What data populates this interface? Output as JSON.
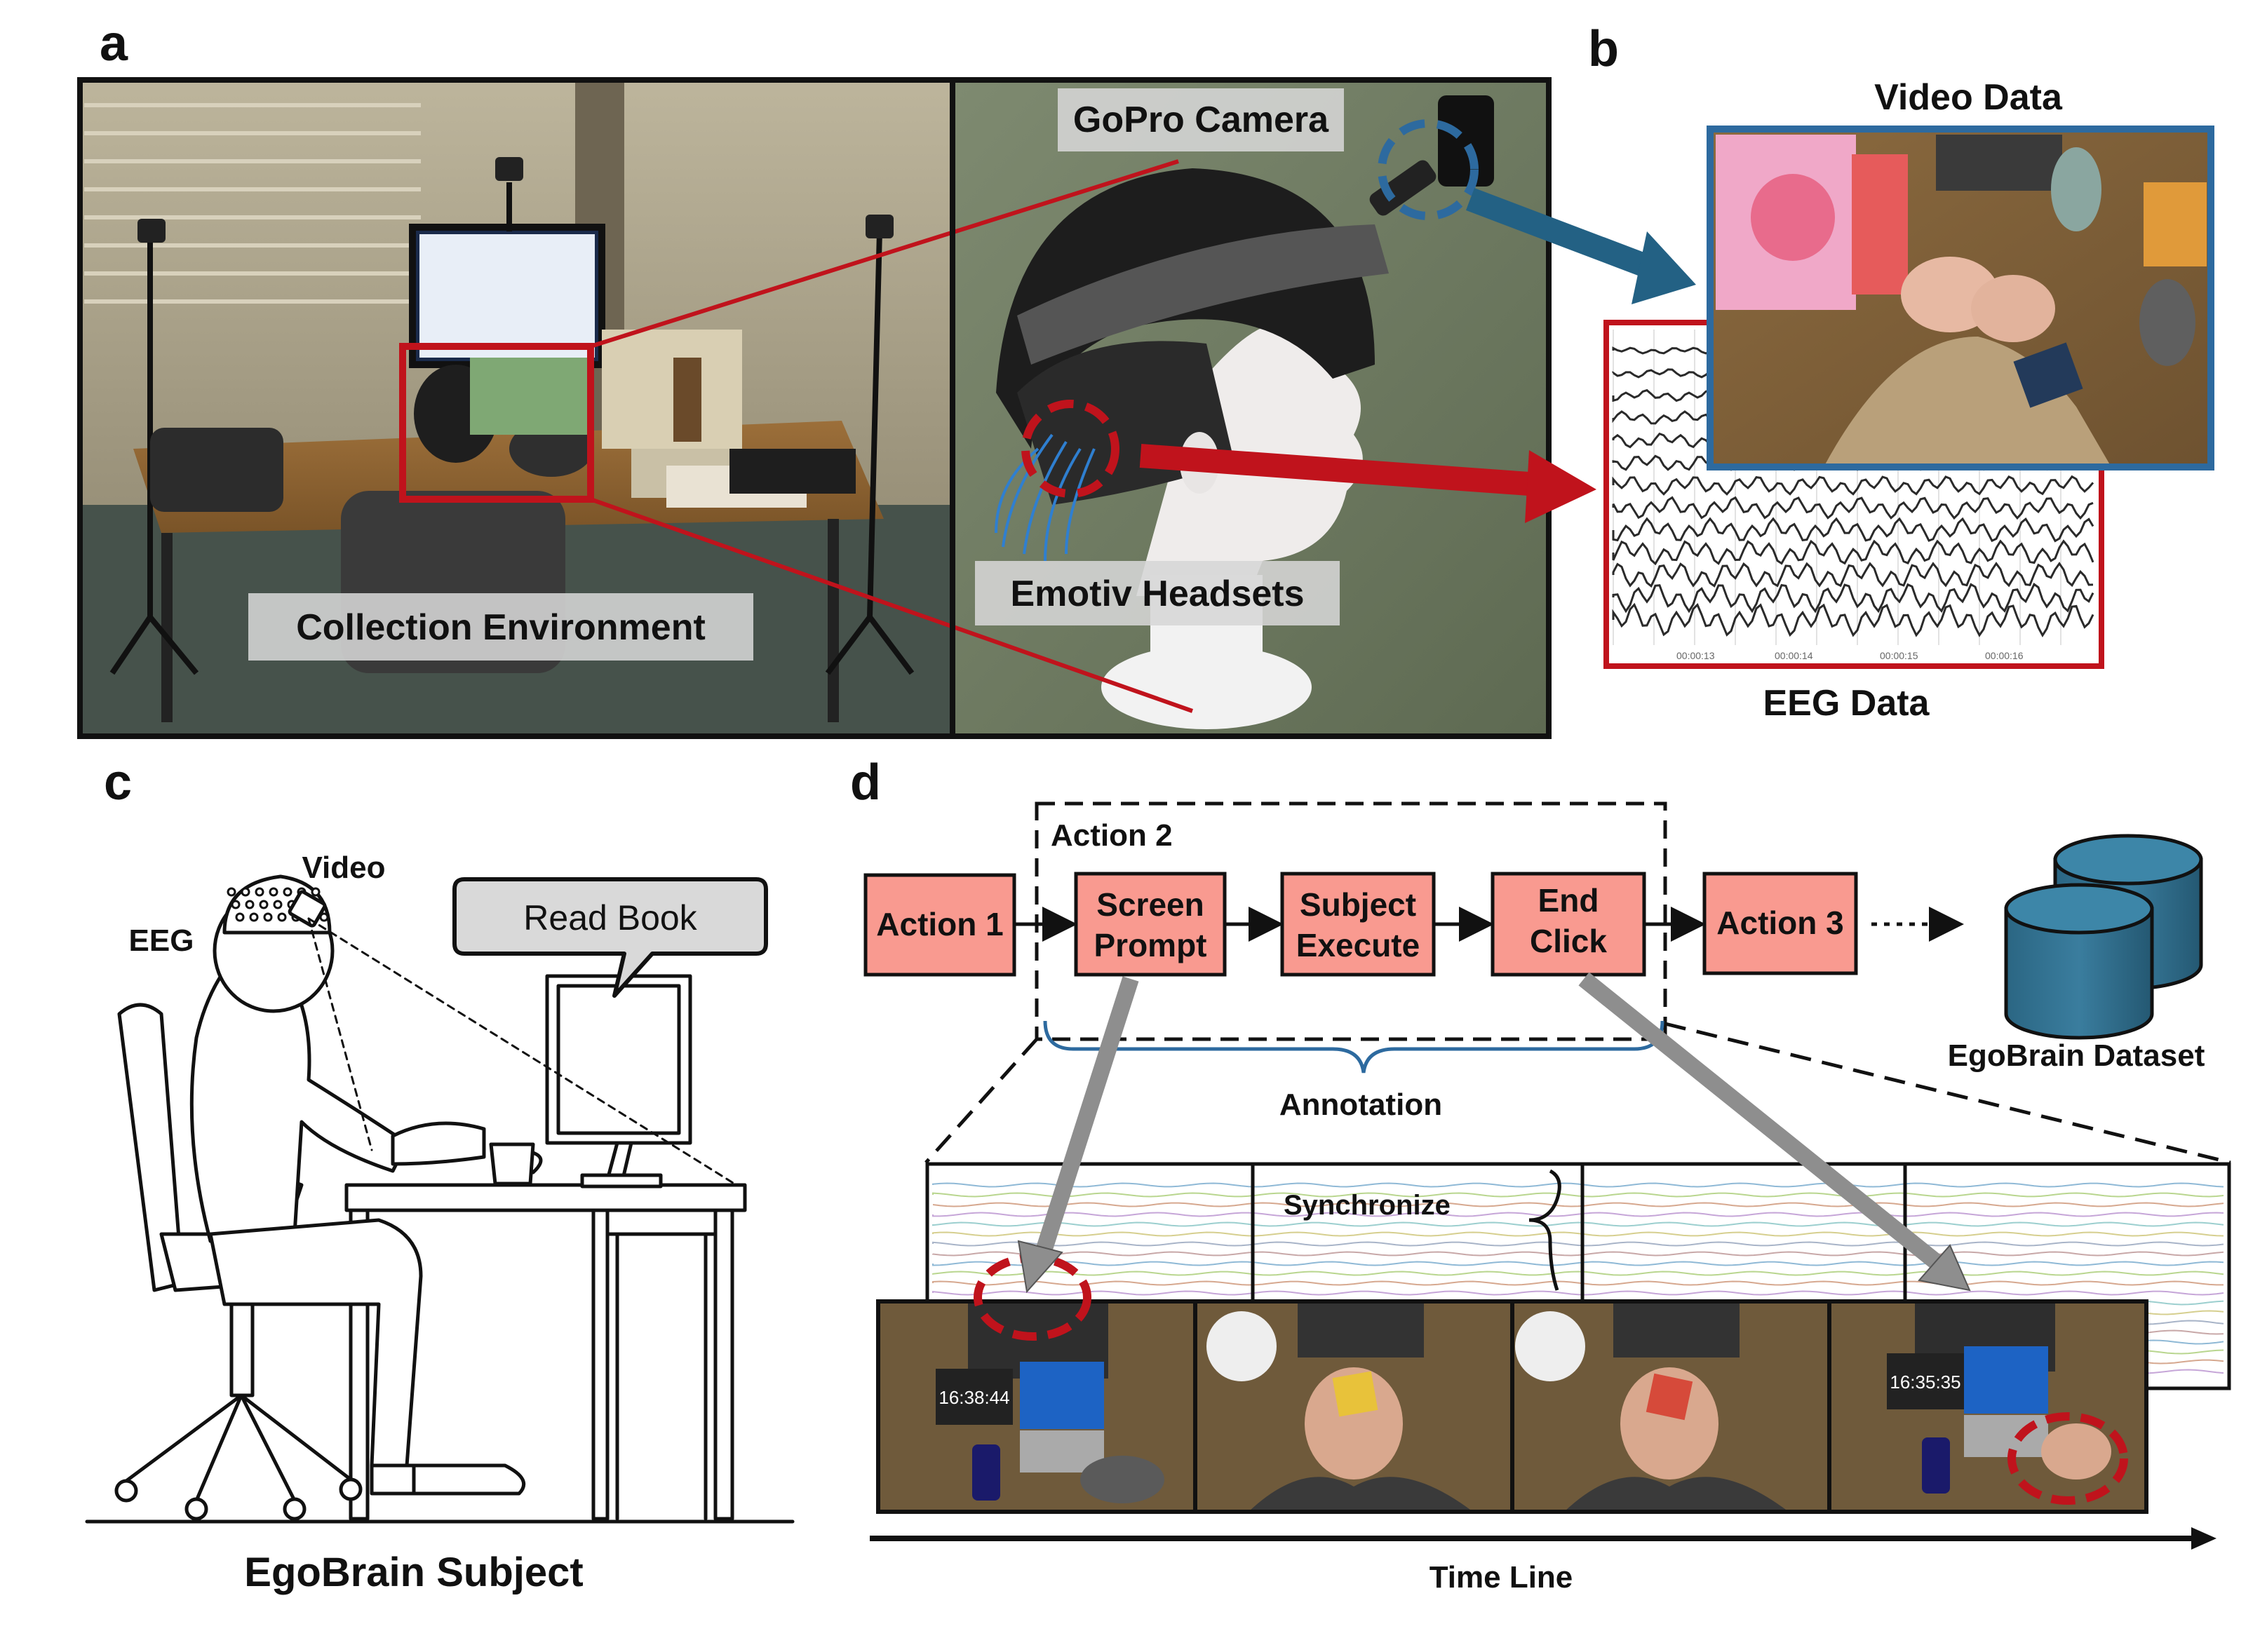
{
  "panels": {
    "a": "a",
    "b": "b",
    "c": "c",
    "d": "d"
  },
  "panel_a": {
    "gopro_label": "GoPro Camera",
    "headsets_label": "Emotiv Headsets",
    "environment_label": "Collection Environment"
  },
  "panel_b": {
    "video_title": "Video Data",
    "eeg_title": "EEG Data",
    "eeg_ticks": [
      "00:00:13",
      "00:00:14",
      "00:00:15",
      "00:00:16"
    ]
  },
  "panel_c": {
    "video_label": "Video",
    "eeg_label": "EEG",
    "speech_bubble": "Read Book",
    "caption": "EgoBrain Subject"
  },
  "panel_d": {
    "group_label": "Action 2",
    "steps": {
      "action1": "Action 1",
      "screen_prompt": [
        "Screen",
        "Prompt"
      ],
      "subject_execute": [
        "Subject",
        "Execute"
      ],
      "end_click": [
        "End",
        "Click"
      ],
      "action3": "Action 3"
    },
    "dataset_label": "EgoBrain Dataset",
    "annotation_label": "Annotation",
    "synchronize_label": "Synchronize",
    "timeline_label": "Time Line",
    "clock_1": "16:38:44",
    "clock_2": "16:35:35"
  },
  "colors": {
    "action_box": "#f99a90",
    "accent_red": "#c0131c",
    "accent_blue": "#2d6a9f",
    "arrow_blue": "#236184",
    "database": "#2b6683",
    "arrow_gray": "#8e8e8e"
  }
}
